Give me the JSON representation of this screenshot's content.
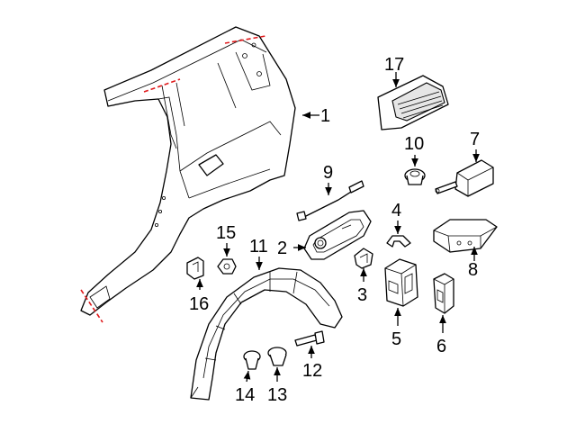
{
  "callouts": [
    {
      "id": "1",
      "label": "1"
    },
    {
      "id": "2",
      "label": "2"
    },
    {
      "id": "3",
      "label": "3"
    },
    {
      "id": "4",
      "label": "4"
    },
    {
      "id": "5",
      "label": "5"
    },
    {
      "id": "6",
      "label": "6"
    },
    {
      "id": "7",
      "label": "7"
    },
    {
      "id": "8",
      "label": "8"
    },
    {
      "id": "9",
      "label": "9"
    },
    {
      "id": "10",
      "label": "10"
    },
    {
      "id": "11",
      "label": "11"
    },
    {
      "id": "12",
      "label": "12"
    },
    {
      "id": "13",
      "label": "13"
    },
    {
      "id": "14",
      "label": "14"
    },
    {
      "id": "15",
      "label": "15"
    },
    {
      "id": "16",
      "label": "16"
    },
    {
      "id": "17",
      "label": "17"
    }
  ],
  "colors": {
    "line": "#000000",
    "cut_line": "#e0191b",
    "background": "#ffffff"
  }
}
